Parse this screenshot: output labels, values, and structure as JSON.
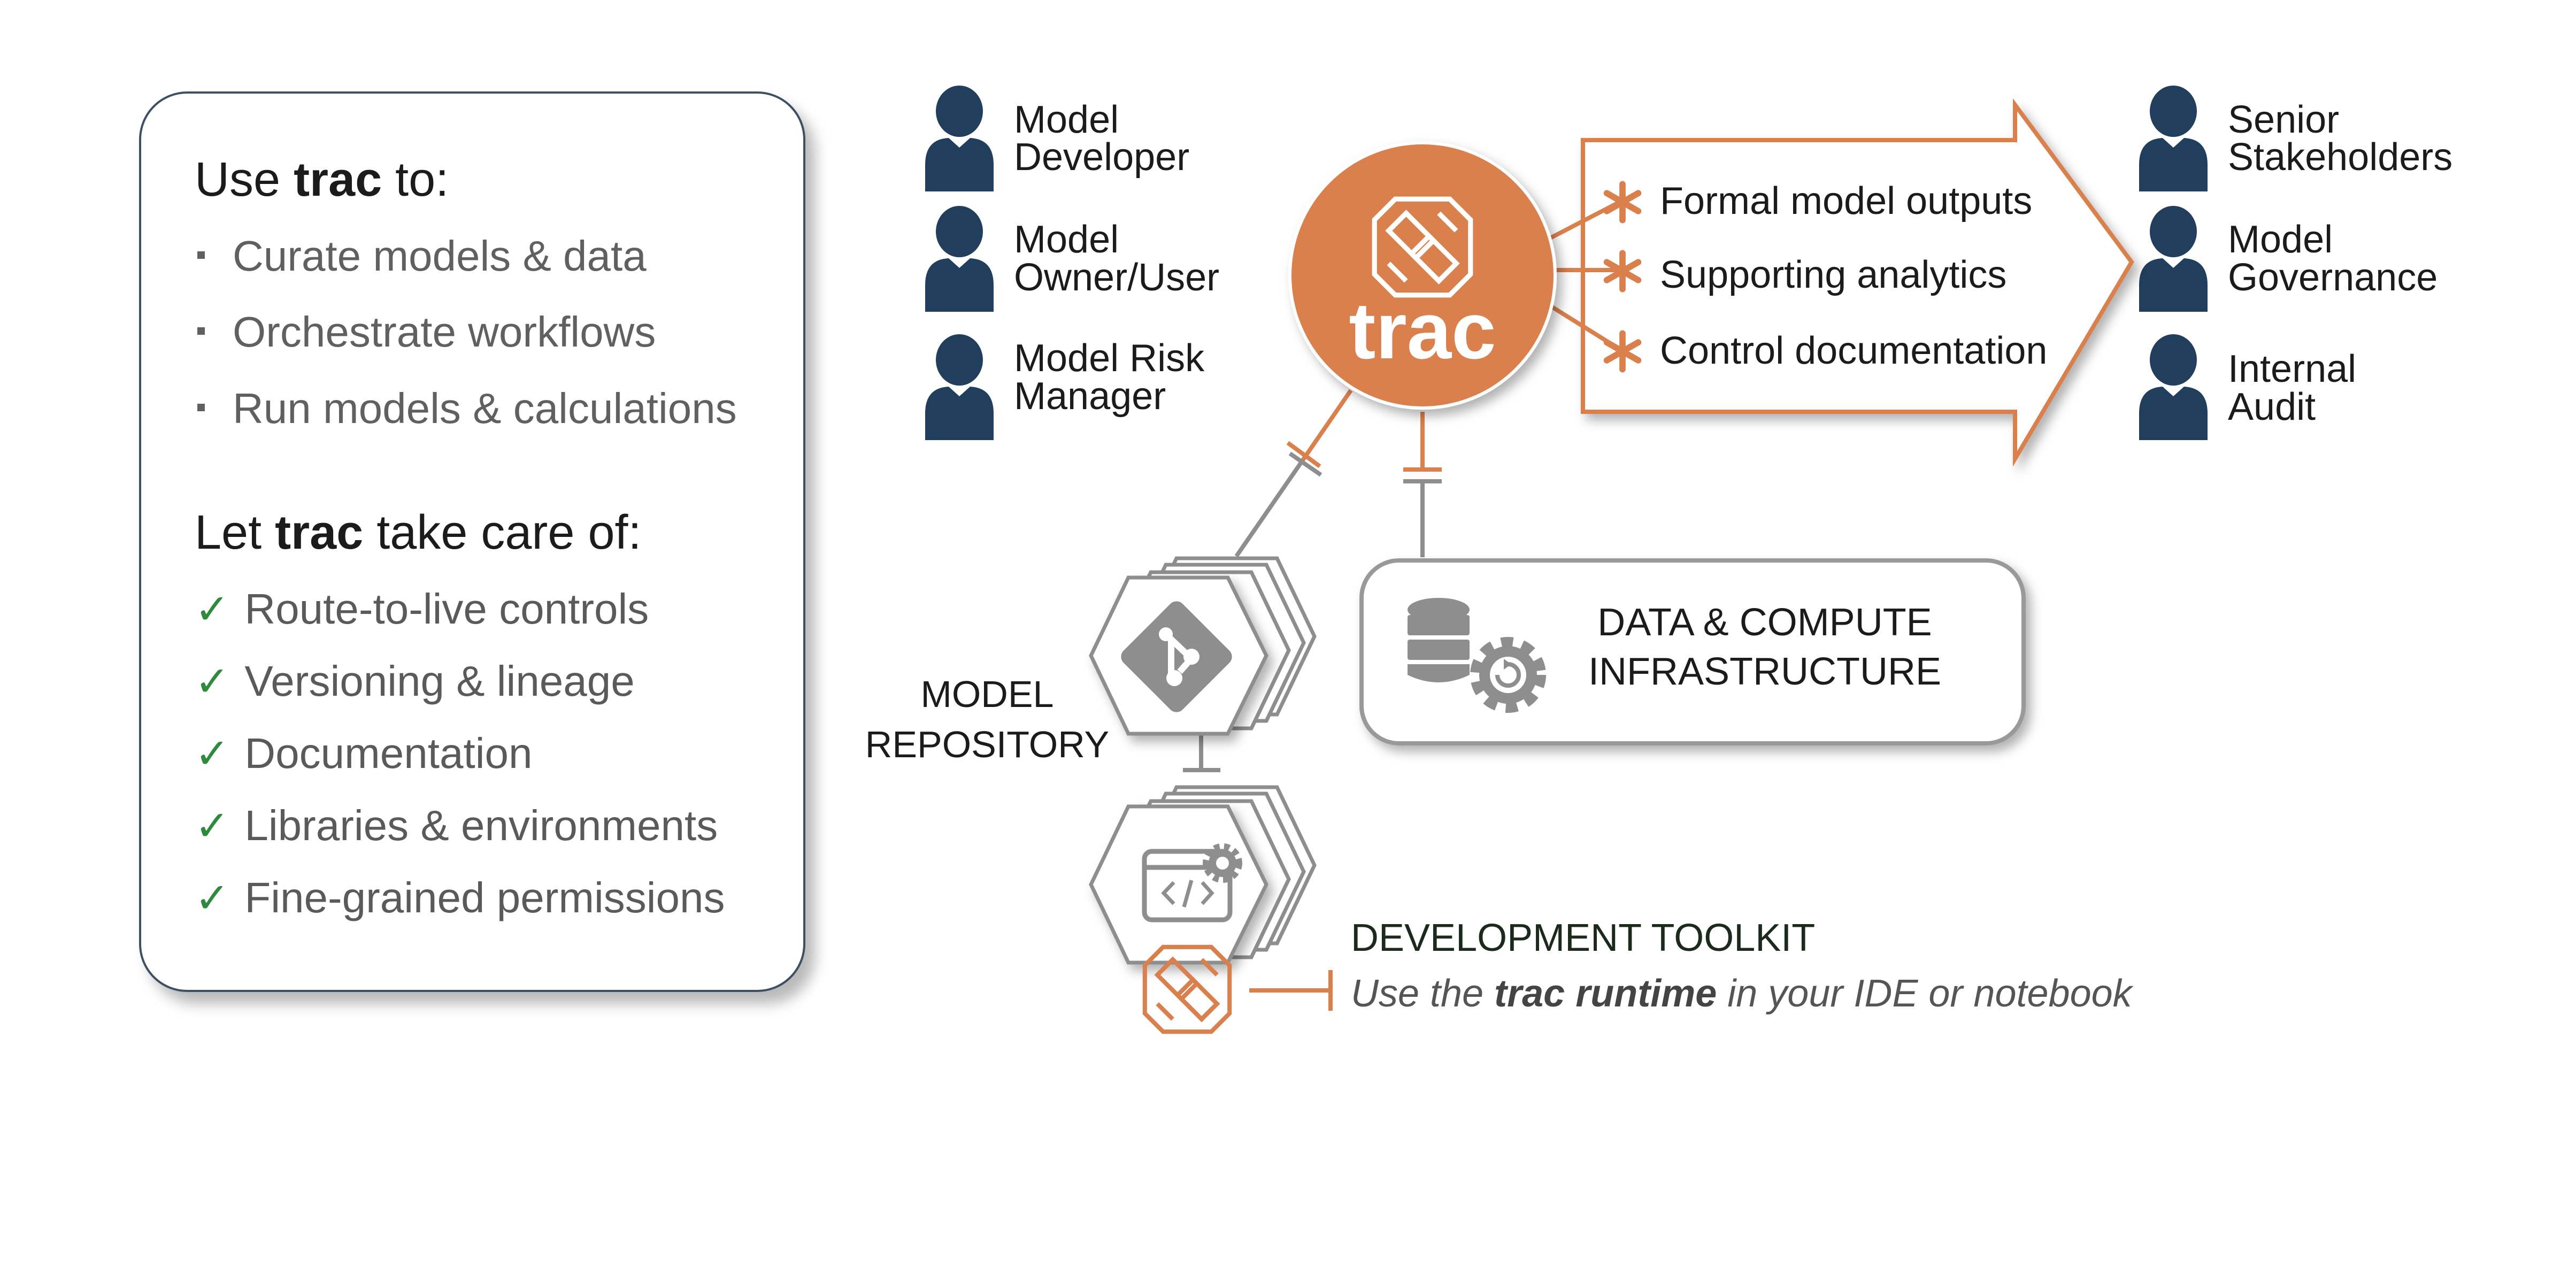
{
  "left_panel": {
    "use_heading": {
      "prefix": "Use ",
      "brand": "trac",
      "suffix": " to:"
    },
    "use_items": [
      "Curate models & data",
      "Orchestrate workflows",
      "Run models & calculations"
    ],
    "care_heading": {
      "prefix": "Let ",
      "brand": "trac",
      "suffix": " take care of:"
    },
    "care_items": [
      "Route-to-live controls",
      "Versioning & lineage",
      "Documentation",
      "Libraries & environments",
      "Fine-grained permissions"
    ]
  },
  "users_left": [
    {
      "line1": "Model",
      "line2": "Developer"
    },
    {
      "line1": "Model",
      "line2": "Owner/User"
    },
    {
      "line1": "Model Risk",
      "line2": "Manager"
    }
  ],
  "users_right": [
    {
      "line1": "Senior",
      "line2": "Stakeholders"
    },
    {
      "line1": "Model",
      "line2": "Governance"
    },
    {
      "line1": "Internal",
      "line2": "Audit"
    }
  ],
  "hub_label": "trac",
  "outputs": [
    "Formal model outputs",
    "Supporting analytics",
    "Control documentation"
  ],
  "data_compute": {
    "line1": "DATA & COMPUTE",
    "line2": "INFRASTRUCTURE"
  },
  "model_repo": {
    "line1": "MODEL",
    "line2": "REPOSITORY"
  },
  "dev_toolkit": {
    "title": "DEVELOPMENT TOOLKIT",
    "sub_prefix": "Use the ",
    "sub_brand": "trac runtime",
    "sub_suffix": " in your IDE or notebook"
  },
  "colors": {
    "orange": "#d9804d",
    "navy": "#213e5c",
    "grey": "#8e8e8e",
    "green": "#2e8b3e"
  }
}
